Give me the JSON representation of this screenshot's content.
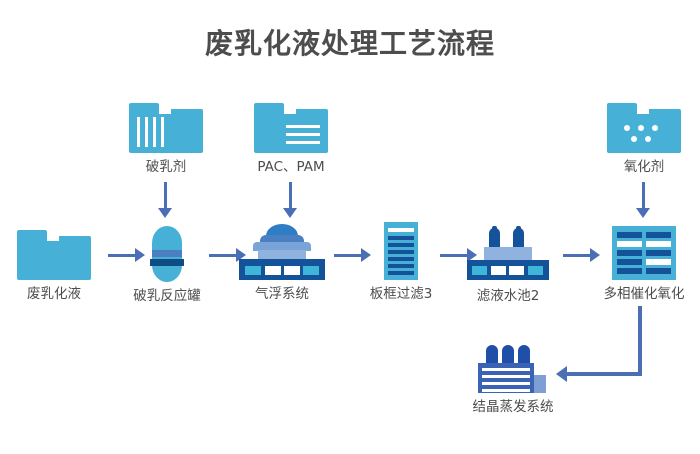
{
  "title": "废乳化液处理工艺流程",
  "theme": {
    "cyan": "#47b0d6",
    "navy": "#14529a",
    "arrow_blue": "#4a6fb5",
    "mid_blue": "#4a7fc1",
    "pale_blue": "#8fb3de",
    "text": "#4d4d4d",
    "background": "#ffffff"
  },
  "main_flow": {
    "nodes": [
      {
        "id": "waste-emulsion",
        "label": "废乳化液",
        "icon": "folder-plain-icon"
      },
      {
        "id": "demul-reactor",
        "label": "破乳反应罐",
        "icon": "reactor-tank-icon"
      },
      {
        "id": "air-flotation",
        "label": "气浮系统",
        "icon": "air-flotation-icon"
      },
      {
        "id": "plate-filter",
        "label": "板框过滤3",
        "icon": "plate-frame-filter-icon"
      },
      {
        "id": "filtrate-pool",
        "label": "滤液水池2",
        "icon": "filtrate-pool-icon"
      },
      {
        "id": "catalytic-oxid",
        "label": "多相催化氧化",
        "icon": "catalytic-grid-icon"
      }
    ],
    "connector_symbol": "→"
  },
  "reagents": [
    {
      "id": "demulsifier",
      "label": "破乳剂",
      "icon": "folder-vertical-stripes-icon",
      "feeds": "demul-reactor"
    },
    {
      "id": "pac-pam",
      "label": "PAC、PAM",
      "icon": "folder-horizontal-lines-icon",
      "feeds": "air-flotation"
    },
    {
      "id": "oxidant",
      "label": "氧化剂",
      "icon": "folder-dots-icon",
      "feeds": "catalytic-oxid"
    }
  ],
  "downstream": {
    "node": {
      "id": "crystal-evaporator",
      "label": "结晶蒸发系统",
      "icon": "evaporator-icon"
    },
    "source": "catalytic-oxid",
    "connector_symbol": "←"
  }
}
